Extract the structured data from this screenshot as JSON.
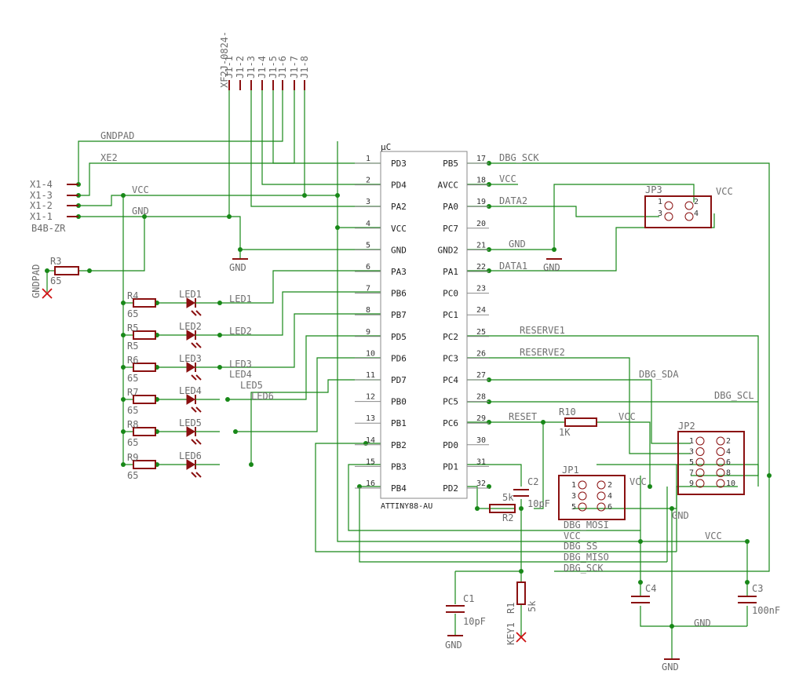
{
  "mcu": {
    "ref": "µC",
    "part": "ATTINY88-AU",
    "left_pins": [
      {
        "num": "1",
        "name": "PD3"
      },
      {
        "num": "2",
        "name": "PD4"
      },
      {
        "num": "3",
        "name": "PA2"
      },
      {
        "num": "4",
        "name": "VCC"
      },
      {
        "num": "5",
        "name": "GND"
      },
      {
        "num": "6",
        "name": "PA3"
      },
      {
        "num": "7",
        "name": "PB6"
      },
      {
        "num": "8",
        "name": "PB7"
      },
      {
        "num": "9",
        "name": "PD5"
      },
      {
        "num": "10",
        "name": "PD6"
      },
      {
        "num": "11",
        "name": "PD7"
      },
      {
        "num": "12",
        "name": "PB0"
      },
      {
        "num": "13",
        "name": "PB1"
      },
      {
        "num": "14",
        "name": "PB2"
      },
      {
        "num": "15",
        "name": "PB3"
      },
      {
        "num": "16",
        "name": "PB4"
      }
    ],
    "right_pins": [
      {
        "num": "17",
        "name": "PB5"
      },
      {
        "num": "18",
        "name": "AVCC"
      },
      {
        "num": "19",
        "name": "PA0"
      },
      {
        "num": "20",
        "name": "PC7"
      },
      {
        "num": "21",
        "name": "GND2"
      },
      {
        "num": "22",
        "name": "PA1"
      },
      {
        "num": "23",
        "name": "PC0"
      },
      {
        "num": "24",
        "name": "PC1"
      },
      {
        "num": "25",
        "name": "PC2"
      },
      {
        "num": "26",
        "name": "PC3"
      },
      {
        "num": "27",
        "name": "PC4"
      },
      {
        "num": "28",
        "name": "PC5"
      },
      {
        "num": "29",
        "name": "PC6"
      },
      {
        "num": "30",
        "name": "PD0"
      },
      {
        "num": "31",
        "name": "PD1"
      },
      {
        "num": "32",
        "name": "PD2"
      }
    ]
  },
  "header_j1": {
    "part": "XF2J-0824-",
    "pins": [
      "J1-1",
      "J1-2",
      "J1-3",
      "J1-4",
      "J1-5",
      "J1-6",
      "J1-7",
      "J1-8"
    ]
  },
  "connector_x1": {
    "pins": [
      "X1-4",
      "X1-3",
      "X1-2",
      "X1-1"
    ],
    "part": "B4B-ZR"
  },
  "nets": {
    "gndpad": "GNDPAD",
    "xe2": "XE2",
    "vcc": "VCC",
    "gnd": "GND",
    "dbg_sck": "DBG_SCK",
    "data2": "DATA2",
    "data1": "DATA1",
    "reserve1": "RESERVE1",
    "reserve2": "RESERVE2",
    "dbg_sda": "DBG_SDA",
    "dbg_scl": "DBG_SCL",
    "reset": "RESET",
    "dbg_mosi": "DBG_MOSI",
    "dbg_ss": "DBG_SS",
    "dbg_miso": "DBG_MISO",
    "led_nets": [
      "LED1",
      "LED2",
      "LED3",
      "LED4",
      "LED5",
      "LED6"
    ]
  },
  "gndpad_part": {
    "ref": "R3",
    "value": "65",
    "pad": "GNDPAD"
  },
  "leds": [
    {
      "res": "R4",
      "value": "65",
      "led": "LED1"
    },
    {
      "res": "R5",
      "value": "R5",
      "led": "LED2"
    },
    {
      "res": "R6",
      "value": "65",
      "led": "LED3"
    },
    {
      "res": "R7",
      "value": "65",
      "led": "LED4"
    },
    {
      "res": "R8",
      "value": "65",
      "led": "LED5"
    },
    {
      "res": "R9",
      "value": "65",
      "led": "LED6"
    }
  ],
  "jp3": {
    "ref": "JP3",
    "pins": [
      "1",
      "2",
      "3",
      "4"
    ]
  },
  "jp1": {
    "ref": "JP1",
    "pins": [
      "1",
      "2",
      "3",
      "4",
      "5",
      "6"
    ]
  },
  "jp2": {
    "ref": "JP2",
    "pins": [
      "1",
      "2",
      "3",
      "4",
      "5",
      "6",
      "7",
      "8",
      "9",
      "10"
    ]
  },
  "r10": {
    "ref": "R10",
    "value": "1K"
  },
  "r2": {
    "ref": "R2",
    "value": "5k"
  },
  "c2": {
    "ref": "C2",
    "value": "10pF"
  },
  "r1": {
    "ref": "R1",
    "value": "5k",
    "key": "KEY1"
  },
  "c1": {
    "ref": "C1",
    "value": "10pF"
  },
  "c4": {
    "ref": "C4"
  },
  "c3": {
    "ref": "C3",
    "value": "100nF"
  }
}
